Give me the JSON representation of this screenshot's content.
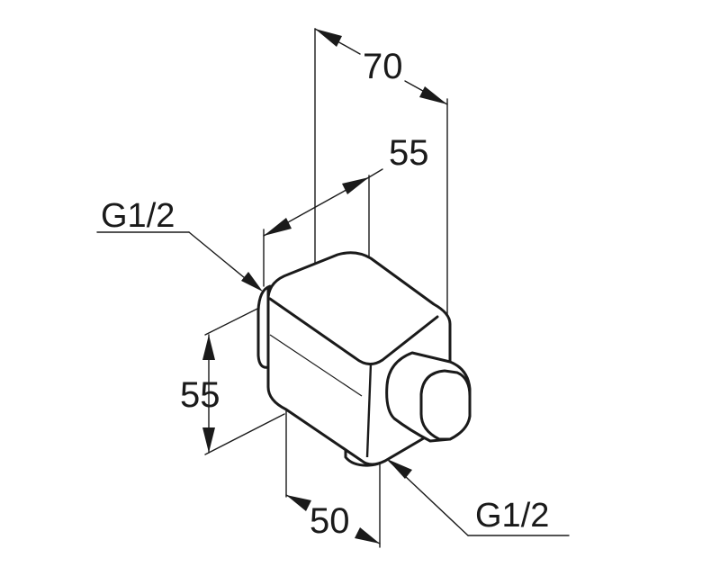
{
  "drawing": {
    "dimensions": {
      "depth_total": "70",
      "width_top": "55",
      "height_side": "55",
      "depth_bottom": "50"
    },
    "threads": {
      "inlet_left": "G1/2",
      "inlet_bottom": "G1/2"
    }
  }
}
